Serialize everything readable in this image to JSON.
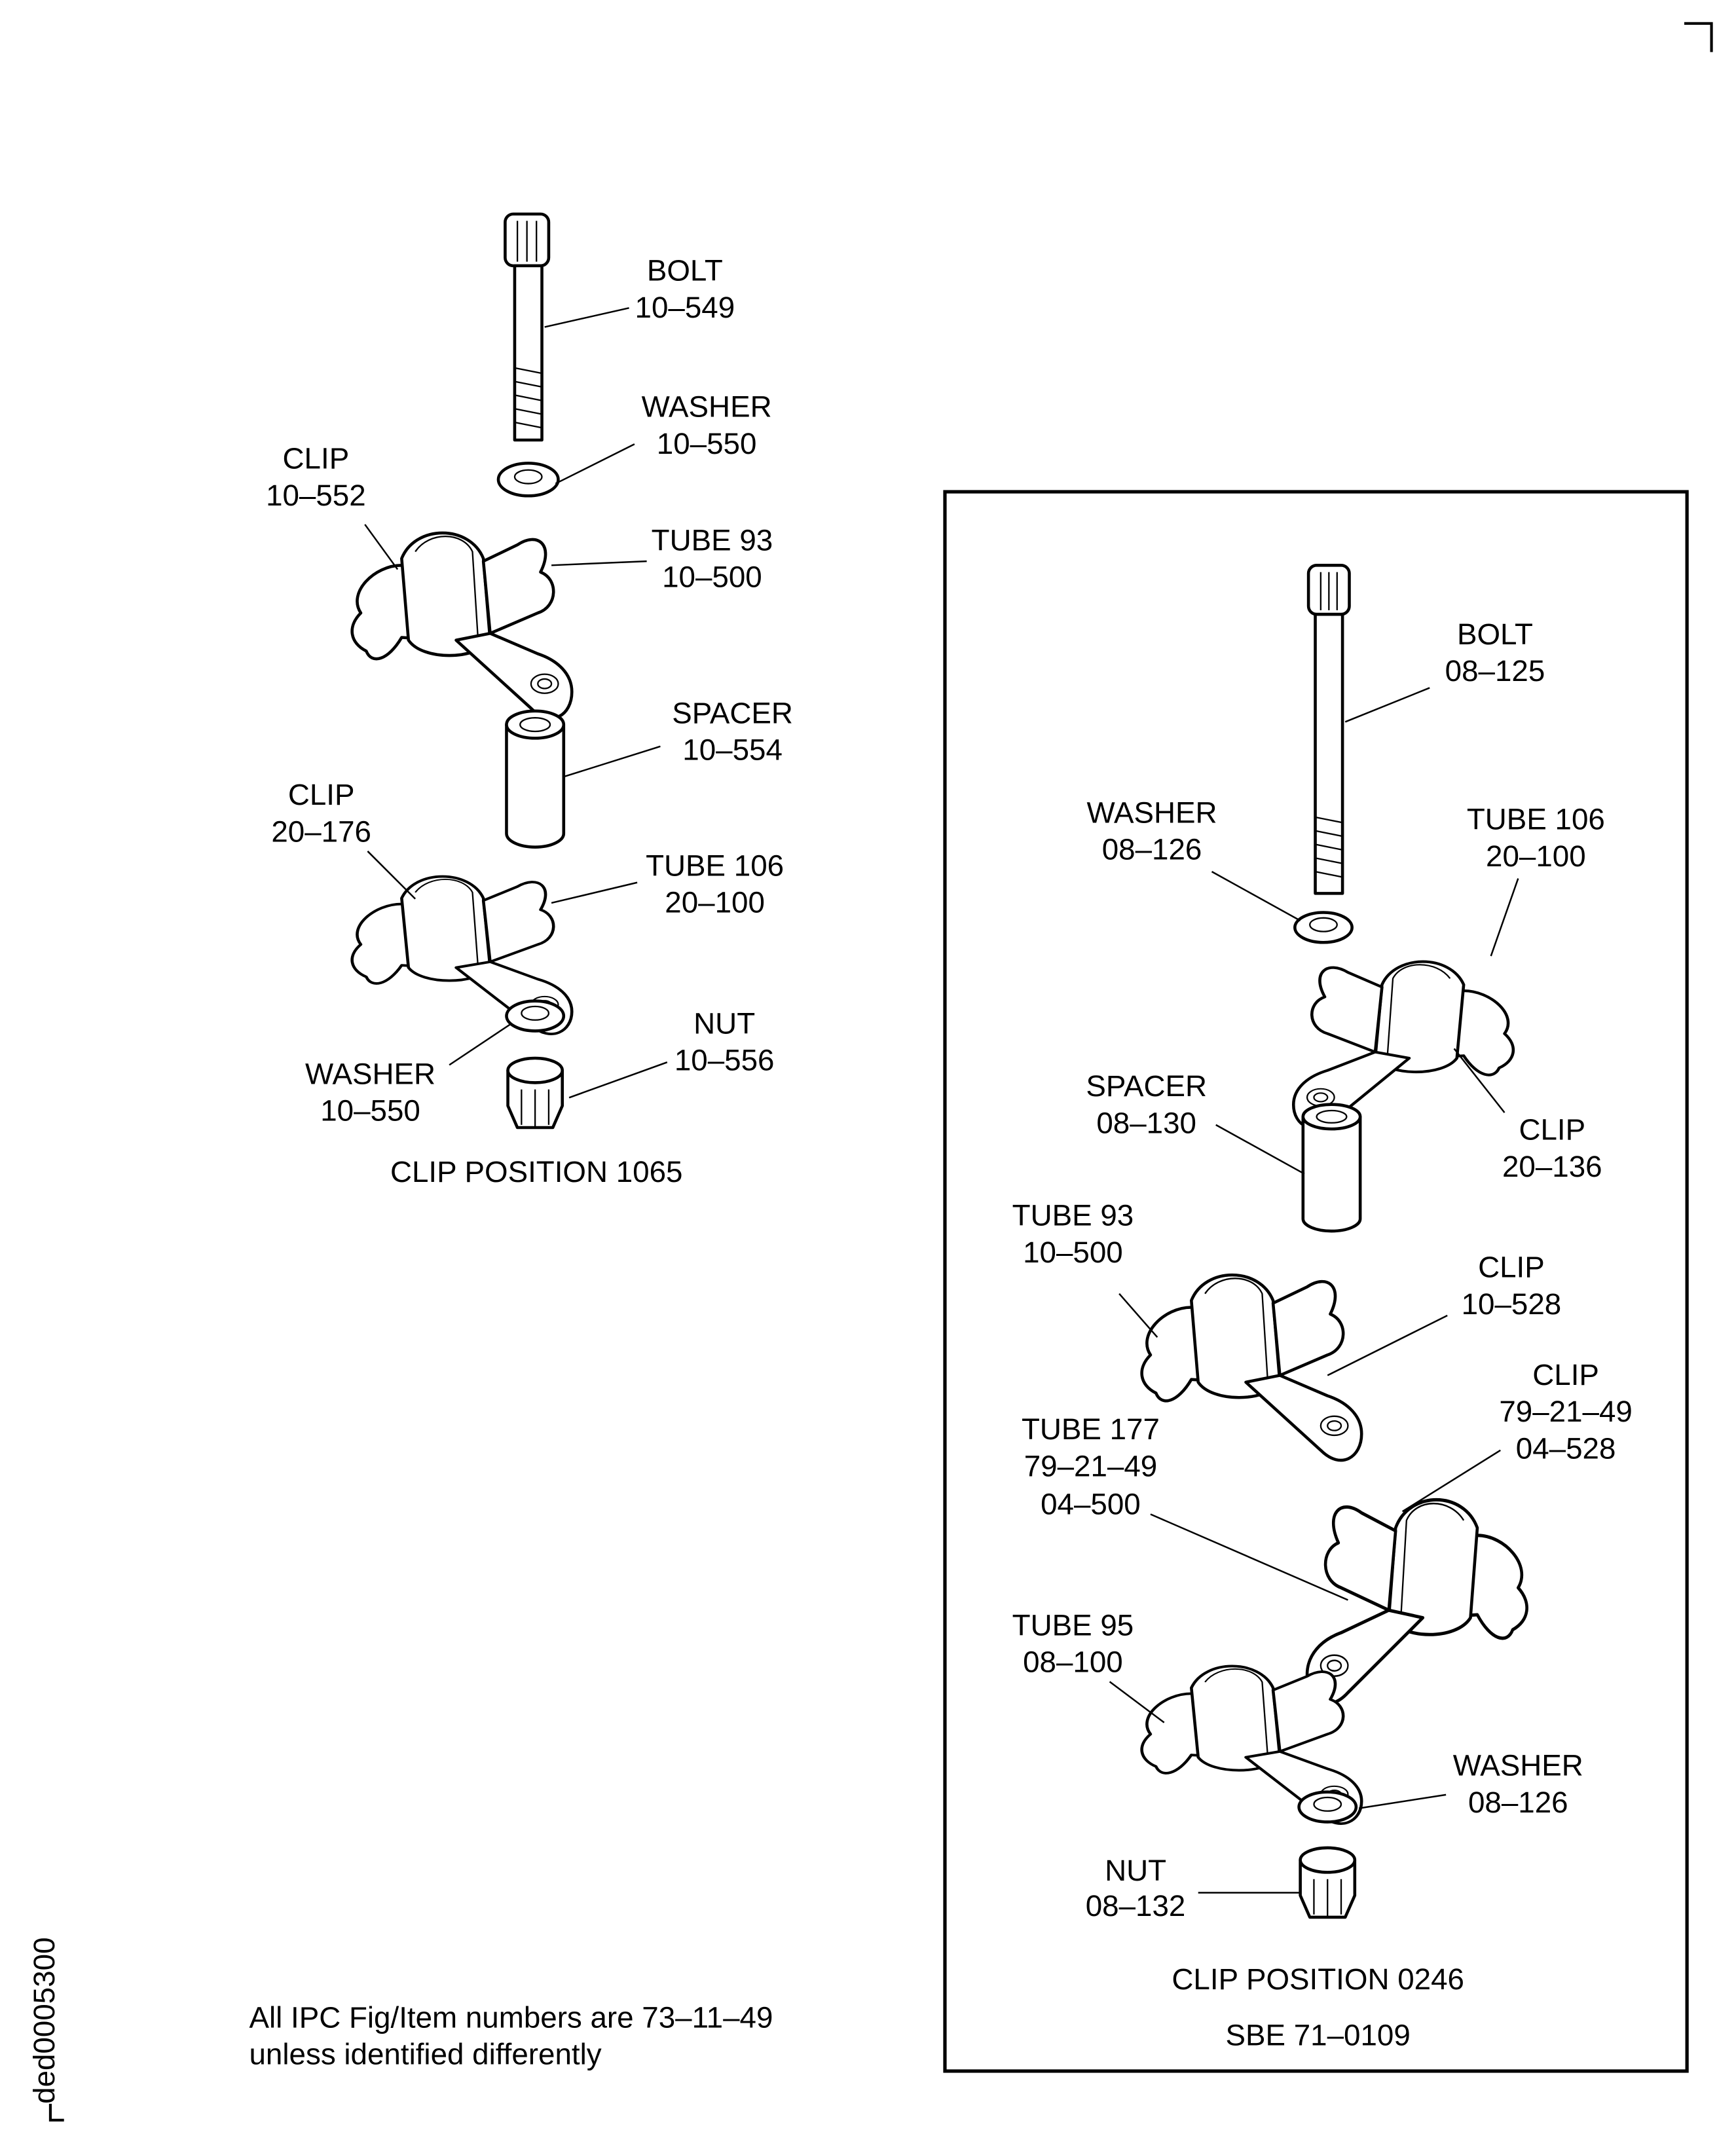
{
  "drawing_id": "ded0005300",
  "note": {
    "line1": "All IPC Fig/Item numbers are 73–11–49",
    "line2": "unless identified differently"
  },
  "left_assembly": {
    "caption": "CLIP POSITION 1065",
    "bolt": {
      "name": "BOLT",
      "number": "10–549"
    },
    "washer_top": {
      "name": "WASHER",
      "number": "10–550"
    },
    "clip_1": {
      "name": "CLIP",
      "number": "10–552"
    },
    "tube_1": {
      "name": "TUBE 93",
      "number": "10–500"
    },
    "spacer": {
      "name": "SPACER",
      "number": "10–554"
    },
    "clip_2": {
      "name": "CLIP",
      "number": "20–176"
    },
    "tube_2": {
      "name": "TUBE 106",
      "number": "20–100"
    },
    "washer_bottom": {
      "name": "WASHER",
      "number": "10–550"
    },
    "nut": {
      "name": "NUT",
      "number": "10–556"
    }
  },
  "right_assembly": {
    "caption": "CLIP POSITION 0246",
    "reference": "SBE 71–0109",
    "bolt": {
      "name": "BOLT",
      "number": "08–125"
    },
    "washer_top": {
      "name": "WASHER",
      "number": "08–126"
    },
    "tube_106": {
      "name": "TUBE 106",
      "number": "20–100"
    },
    "clip_20_136": {
      "name": "CLIP",
      "number": "20–136"
    },
    "spacer": {
      "name": "SPACER",
      "number": "08–130"
    },
    "tube_93": {
      "name": "TUBE 93",
      "number": "10–500"
    },
    "clip_10_528": {
      "name": "CLIP",
      "number": "10–528"
    },
    "clip_04_528": {
      "name": "CLIP",
      "chapter": "79–21–49",
      "number": "04–528"
    },
    "tube_177": {
      "name": "TUBE 177",
      "chapter": "79–21–49",
      "number": "04–500"
    },
    "tube_95": {
      "name": "TUBE 95",
      "number": "08–100"
    },
    "washer_bottom": {
      "name": "WASHER",
      "number": "08–126"
    },
    "nut": {
      "name": "NUT",
      "number": "08–132"
    }
  }
}
